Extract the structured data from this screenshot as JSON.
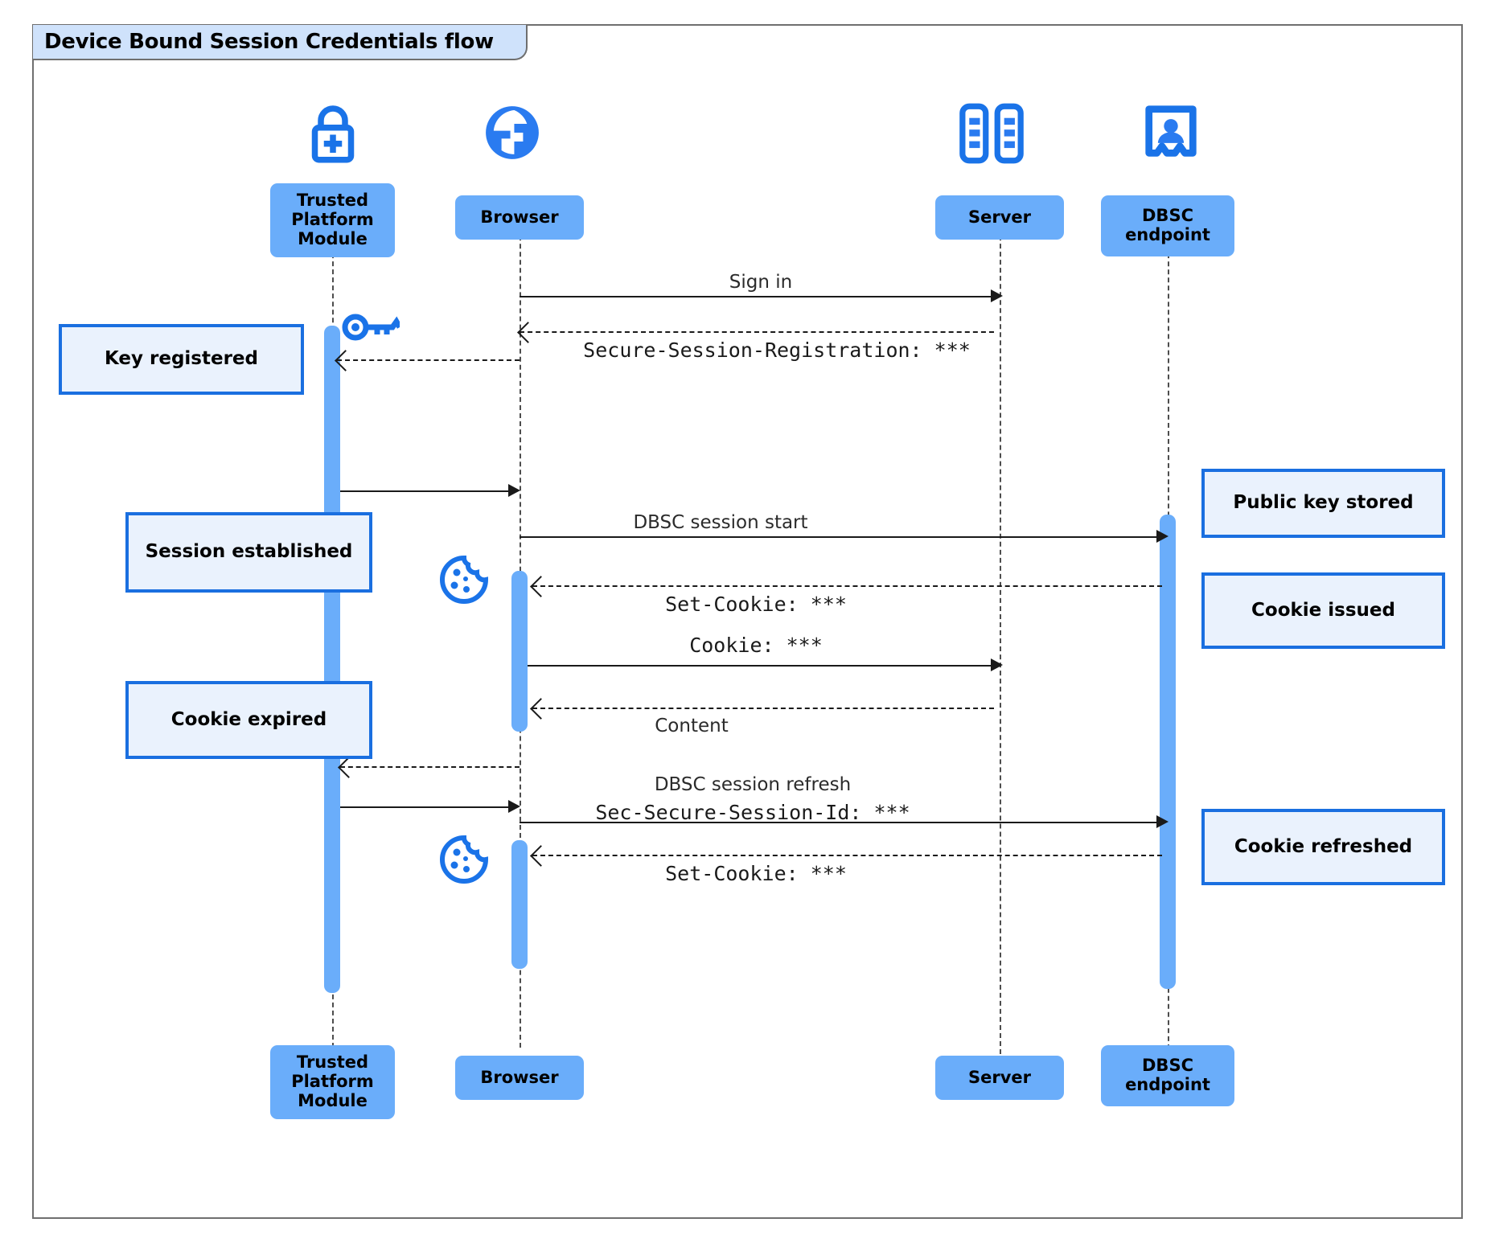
{
  "frame": {
    "title": "Device Bound Session Credentials flow",
    "border_color": "#6f6f6f",
    "tab_fill": "#cfe2fb"
  },
  "theme": {
    "participant_fill": "#6aadfa",
    "note_fill": "#eaf2fd",
    "note_border": "#1a6fe0",
    "icon_color": "#1a73e8",
    "lifeline_color": "#4d4d4d",
    "arrow_color": "#1a1a1a"
  },
  "participants": [
    {
      "id": "tpm",
      "label": "Trusted Platform Module",
      "icon": "lock-plus-icon"
    },
    {
      "id": "browser",
      "label": "Browser",
      "icon": "globe-icon"
    },
    {
      "id": "server",
      "label": "Server",
      "icon": "server-rack-icon"
    },
    {
      "id": "dbsc",
      "label": "DBSC endpoint",
      "icon": "id-badge-person-icon"
    }
  ],
  "footers": [
    {
      "id": "tpm",
      "label": "Trusted Platform Module"
    },
    {
      "id": "browser",
      "label": "Browser"
    },
    {
      "id": "server",
      "label": "Server"
    },
    {
      "id": "dbsc",
      "label": "DBSC endpoint"
    }
  ],
  "messages": [
    {
      "id": "m1",
      "label": "Sign in",
      "style": "sans",
      "from": "browser",
      "to": "server",
      "kind": "solid"
    },
    {
      "id": "m2",
      "label": "Secure-Session-Registration: ***",
      "style": "mono",
      "from": "server",
      "to": "tpm",
      "kind": "dashed"
    },
    {
      "id": "m3",
      "label": "",
      "style": "sans",
      "from": "tpm",
      "to": "browser",
      "kind": "solid"
    },
    {
      "id": "m4",
      "label": "DBSC session start",
      "style": "sans",
      "from": "browser",
      "to": "dbsc",
      "kind": "solid"
    },
    {
      "id": "m5",
      "label": "Set-Cookie: ***",
      "style": "mono",
      "from": "dbsc",
      "to": "browser",
      "kind": "dashed"
    },
    {
      "id": "m6",
      "label": "Cookie: ***",
      "style": "mono",
      "from": "browser",
      "to": "server",
      "kind": "solid"
    },
    {
      "id": "m7",
      "label": "Content",
      "style": "sans",
      "from": "server",
      "to": "browser",
      "kind": "dashed"
    },
    {
      "id": "m8",
      "label": "",
      "style": "sans",
      "from": "browser",
      "to": "tpm",
      "kind": "dashed"
    },
    {
      "id": "m9",
      "label": "",
      "style": "sans",
      "from": "tpm",
      "to": "browser",
      "kind": "solid"
    },
    {
      "id": "m10",
      "label": "DBSC session refresh",
      "style": "sans",
      "from": "browser",
      "to": "dbsc",
      "kind": "solid"
    },
    {
      "id": "m10b",
      "label": "Sec-Secure-Session-Id: ***",
      "style": "mono",
      "from": "browser",
      "to": "dbsc",
      "kind": "solid"
    },
    {
      "id": "m11",
      "label": "Set-Cookie: ***",
      "style": "mono",
      "from": "dbsc",
      "to": "browser",
      "kind": "dashed"
    }
  ],
  "notes": [
    {
      "id": "n1",
      "text": "Key registered",
      "side": "left",
      "attached_to": "tpm"
    },
    {
      "id": "n2",
      "text": "Session established",
      "side": "left",
      "attached_to": "tpm"
    },
    {
      "id": "n3",
      "text": "Cookie expired",
      "side": "left",
      "attached_to": "tpm"
    },
    {
      "id": "n4",
      "text": "Public key stored",
      "side": "right",
      "attached_to": "dbsc"
    },
    {
      "id": "n5",
      "text": "Cookie issued",
      "side": "right",
      "attached_to": "dbsc"
    },
    {
      "id": "n6",
      "text": "Cookie refreshed",
      "side": "right",
      "attached_to": "dbsc"
    }
  ],
  "inline_icons": [
    {
      "id": "i1",
      "name": "key-icon",
      "near": "tpm"
    },
    {
      "id": "i2",
      "name": "cookie-icon",
      "near": "browser"
    },
    {
      "id": "i3",
      "name": "cookie-icon",
      "near": "browser"
    }
  ]
}
